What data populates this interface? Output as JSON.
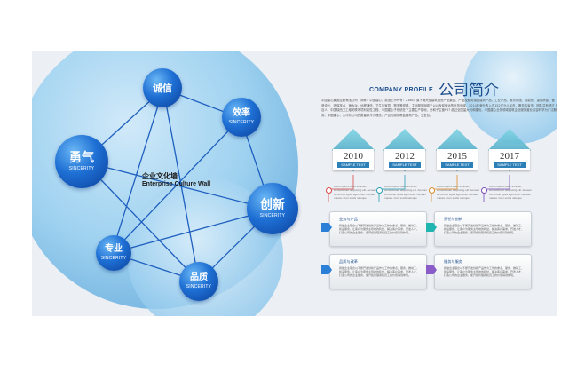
{
  "colors": {
    "accent": "#1c4e8e",
    "node": "#1e6fd4",
    "bubble": "#7ec0ea",
    "tab_blue": "#2b7fd6",
    "tab_teal": "#1fb5b0",
    "tab_purple": "#8a5cc8"
  },
  "wall": {
    "title_cn": "企业文化墙",
    "title_en": "Enterprise Culture Wall"
  },
  "nodes": [
    {
      "cn": "诚信",
      "en": ""
    },
    {
      "cn": "效率",
      "en": "SINCERITY"
    },
    {
      "cn": "勇气",
      "en": "SINCERITY"
    },
    {
      "cn": "创新",
      "en": "SINCERITY"
    },
    {
      "cn": "专业",
      "en": "SINCERITY"
    },
    {
      "cn": "品质",
      "en": "SINCERITY"
    }
  ],
  "profile": {
    "title_en": "COMPANY PROFILE",
    "title_cn": "公司简介",
    "intro": "中国建心集团控股有限公司（简称：中国建心，英语上市代号：2188）旗下拥大型建筑投资产业集团。产品及服务涵盖建筑产品、工业产品、服务设施、智能化、重成房屋、营造设计、环保技术、海水淡、远程通信、卫生与家具、物流等领域。主运服务网络于以以及前营运的业务领域，2014年营业收入达152亿元人民币，服务各省市。团队共有超过上百人，中国陕西卫工增关联环境利能性工程、中国建心子系统在下主要生产基地，分和子主营F47 超过全国量大利和建优，中国建心业务领域建筑企业服务营业内容科学为广泛服务。中国建心，公司有公司的数量和作为理念，产品与服务覆盖建筑产品、卫生包。"
  },
  "timeline": [
    {
      "year": "2010",
      "label": "SAMPLE TEXT",
      "dot": "#d84a4a",
      "note": "Lorem ipsum dolor sit amet, consectetuer adipiscing elit. Aenean commodo ligula eget dolor. Aenean massa. Cum sociis natoque"
    },
    {
      "year": "2012",
      "label": "SAMPLE TEXT",
      "dot": "#2a9fb5",
      "note": "Lorem ipsum dolor sit amet, consectetuer adipiscing elit. Aenean commodo ligula eget dolor. Aenean massa. Cum sociis natoque"
    },
    {
      "year": "2015",
      "label": "SAMPLE TEXT",
      "dot": "#e08a2a",
      "note": "Lorem ipsum dolor sit amet, consectetuer adipiscing elit. Aenean commodo ligula eget dolor. Aenean massa. Cum sociis natoque"
    },
    {
      "year": "2017",
      "label": "SAMPLE TEXT",
      "dot": "#7a4fb8",
      "note": "Lorem ipsum dolor sit amet, consectetuer adipiscing elit. Aenean commodo ligula eget dolor. Aenean massa. Cum sociis natoque"
    }
  ],
  "business": [
    {
      "title": "业务与产品",
      "text": "我做企业理念以不断开发创新产品作为工作的重点，服务、推动工，新品服务，让客户为服务主导地的利益，解决客户需求，开发人才，打造公司的企业服务，使开拓管理者和员工的价值得到体现。"
    },
    {
      "title": "责任与创新",
      "text": "我做企业理念以不断开发创新产品作为工作的重点，服务、推动工，新品服务，让客户为服务主导地的利益，解决客户需求，开发人才，打造公司的企业服务，使开拓管理者和员工的价值得到体现。"
    },
    {
      "title": "品质与改革",
      "text": "我做企业理念以不断开发创新产品作为工作的重点，服务、推动工，新品服务，让客户为服务主导地的利益，解决客户需求，开发人才，打造公司的企业服务，使开拓管理者和员工的价值得到体现。"
    },
    {
      "title": "服务与服务",
      "text": "我做企业理念以不断开发创新产品作为工作的重点，服务、推动工，新品服务，让客户为服务主导地的利益，解决客户需求，开发人才，打造公司的企业服务，使开拓管理者和员工的价值得到体现。"
    }
  ]
}
